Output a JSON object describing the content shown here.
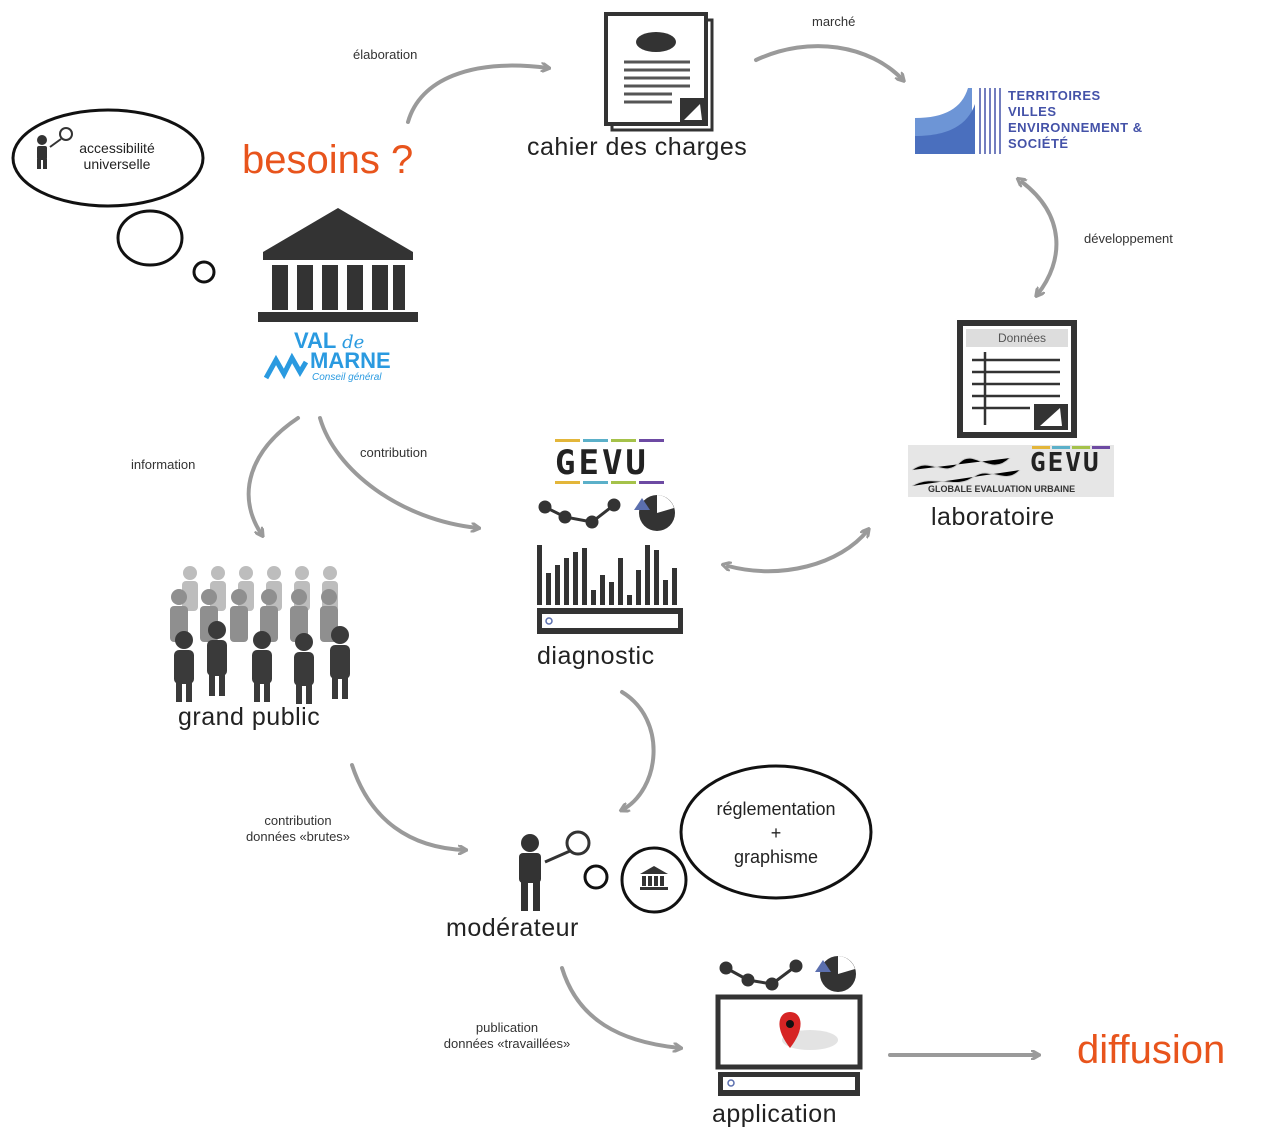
{
  "nodes": {
    "besoins": "besoins ?",
    "cahier": "cahier des charges",
    "laboratoire": "laboratoire",
    "diagnostic": "diagnostic",
    "grand_public": "grand public",
    "moderateur": "modérateur",
    "application": "application",
    "diffusion": "diffusion"
  },
  "edges": {
    "elaboration": "élaboration",
    "marche": "marché",
    "developpement": "développement",
    "information": "information",
    "contribution": "contribution",
    "contribution_brutes_1": "contribution",
    "contribution_brutes_2": "données «brutes»",
    "publication_1": "publication",
    "publication_2": "données «travaillées»"
  },
  "bubbles": {
    "accessibilite_1": "accessibilité",
    "accessibilite_2": "universelle",
    "reglementation_1": "réglementation",
    "reglementation_2": "+",
    "reglementation_3": "graphisme"
  },
  "logos": {
    "tves_1": "TERRITOIRES",
    "tves_2": "VILLES",
    "tves_3": "ENVIRONNEMENT &",
    "tves_4": "SOCIÉTÉ",
    "valdemarne_1": "VAL",
    "valdemarne_de": "de",
    "valdemarne_2": "MARNE",
    "valdemarne_3": "Conseil général",
    "gevu": "GEVU",
    "gevu_lab_1": "GEVU",
    "gevu_lab_2": "GLOBALE EVALUATION URBAINE",
    "donnees": "Données"
  },
  "colors": {
    "arrow": "#9a9a9a",
    "accent": "#e8541c",
    "brand_blue": "#4452a8",
    "valdemarne_blue": "#2a9ae0",
    "dark": "#2b2b2b"
  }
}
